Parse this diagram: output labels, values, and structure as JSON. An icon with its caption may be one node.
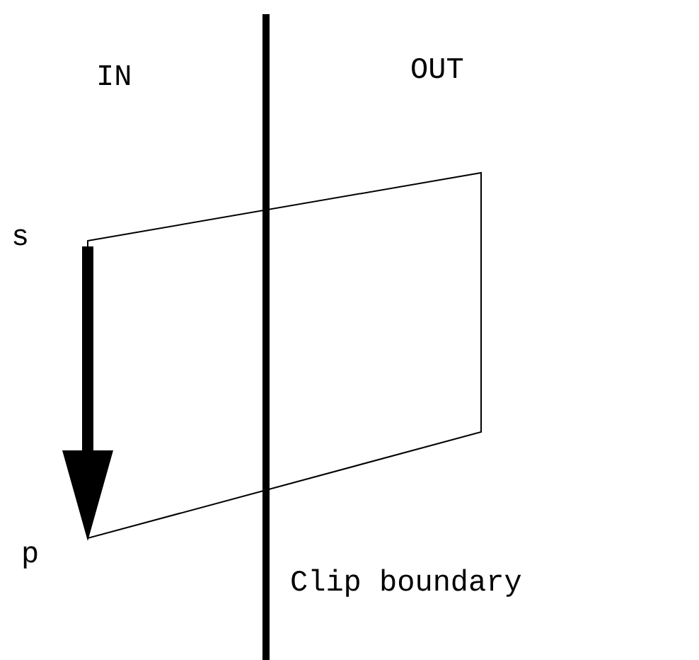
{
  "diagram": {
    "nodes": [
      {
        "text": [
          "s"
        ]
      },
      {
        "text": [
          "p"
        ]
      }
    ],
    "edges": [
      {
        "from": 0,
        "to": 1,
        "arrow": "to"
      }
    ],
    "labels": [
      "IN",
      "OUT",
      "Clip boundary"
    ]
  }
}
